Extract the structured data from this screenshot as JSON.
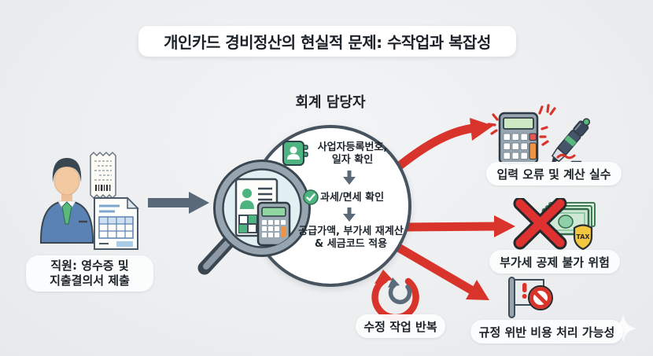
{
  "title": "개인카드 경비정산의 현실적 문제: 수작업과 복잡성",
  "employee": {
    "label_line1": "직원: 영수증 및",
    "label_line2": "지출결의서 제출"
  },
  "accountant": {
    "heading": "회계 담당자",
    "step1_line1": "사업자등록번호,",
    "step1_line2": "일자 확인",
    "step2": "과세/면세 확인",
    "step3_line1": "공급가액, 부가세 재계산",
    "step3_line2": "& 세금코드 적용"
  },
  "loop_label": "수정 작업 반복",
  "risks": {
    "input_error": "입력 오류 및 계산 실수",
    "vat_deduction": "부가세 공제 불가 위험",
    "regulation": "규정 위반 비용 처리 가능성"
  },
  "money_badge": "TAX",
  "colors": {
    "arrow_red": "#d9342b",
    "slate_dark": "#3a4750",
    "green": "#4db380",
    "blue": "#5b82b5",
    "orange": "#ef9344",
    "yellow": "#f3c73f",
    "background": "#edeff1"
  }
}
